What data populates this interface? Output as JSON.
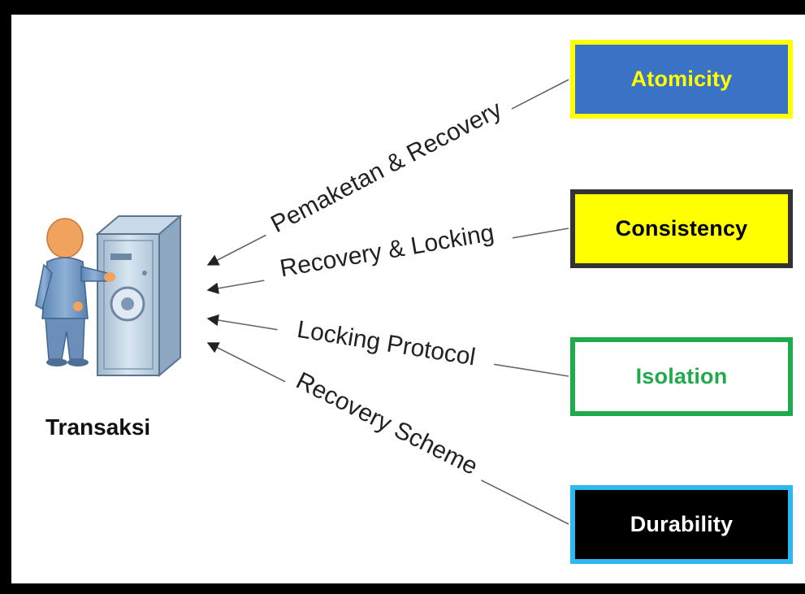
{
  "diagram": {
    "actor": {
      "label": "Transaksi",
      "icon": "person-at-safe-icon"
    },
    "properties": [
      {
        "id": "atomicity",
        "label": "Atomicity",
        "edge_label": "Pemaketan & Recovery",
        "fill": "#3a73c6",
        "border": "#ffff00",
        "text_color": "#ffff00"
      },
      {
        "id": "consistency",
        "label": "Consistency",
        "edge_label": "Recovery & Locking",
        "fill": "#ffff00",
        "border": "#333333",
        "text_color": "#000000"
      },
      {
        "id": "isolation",
        "label": "Isolation",
        "edge_label": "Locking Protocol",
        "fill": "#ffffff",
        "border": "#1fab4c",
        "text_color": "#1fab4c"
      },
      {
        "id": "durability",
        "label": "Durability",
        "edge_label": "Recovery Scheme",
        "fill": "#000000",
        "border": "#2fb7ef",
        "text_color": "#ffffff"
      }
    ]
  }
}
